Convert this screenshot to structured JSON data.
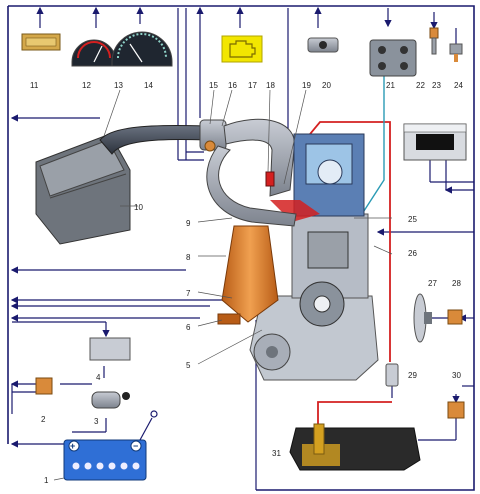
{
  "labels": {
    "n1": "1",
    "n2": "2",
    "n3": "3",
    "n4": "4",
    "n5": "5",
    "n6": "6",
    "n7": "7",
    "n8": "8",
    "n9": "9",
    "n10": "10",
    "n11": "11",
    "n12": "12",
    "n13": "13",
    "n14": "14",
    "n15": "15",
    "n16": "16",
    "n17": "17",
    "n18": "18",
    "n19": "19",
    "n20": "20",
    "n21": "21",
    "n22": "22",
    "n23": "23",
    "n24": "24",
    "n25": "25",
    "n26": "26",
    "n27": "27",
    "n28": "28",
    "n29": "29",
    "n30": "30",
    "n31": "31"
  },
  "battery": {
    "plus": "+",
    "minus": "−"
  },
  "colors": {
    "frame": "#1a1a6e",
    "wire_red": "#d42020",
    "wire_blue": "#2b9bb5",
    "relay": "#d98a3a",
    "check_engine": "#f2e600",
    "battery": "#2f6fd6",
    "catalyst": "#d97a2a"
  }
}
